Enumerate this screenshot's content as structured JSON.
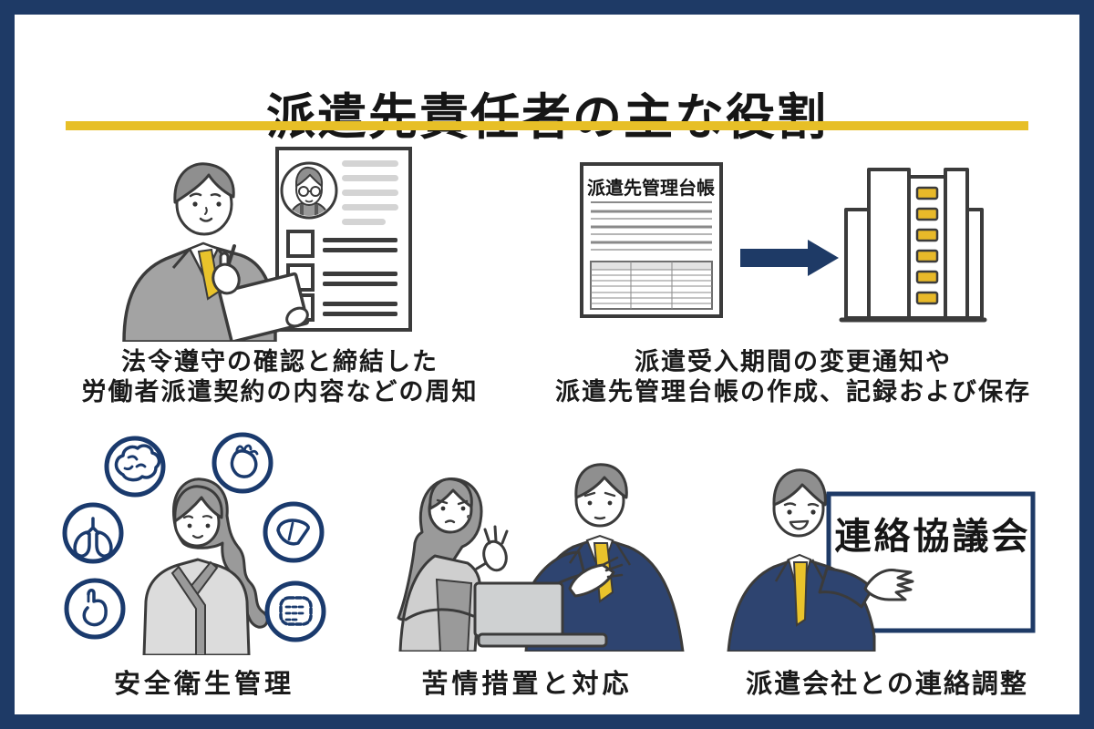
{
  "title": "派遣先責任者の主な役割",
  "colors": {
    "frame_navy": "#1e3a66",
    "accent_yellow": "#e7bf27",
    "icon_navy": "#1a3a6d",
    "suit_navy": "#2e4470",
    "window_yellow": "#e8b929",
    "tie_yellow": "#e9c32b"
  },
  "roles": [
    {
      "caption": "法令遵守の確認と締結した\n労働者派遣契約の内容などの周知",
      "illustration": "man-reviewing-contract-document"
    },
    {
      "caption": "派遣受入期間の変更通知や\n派遣先管理台帳の作成、記録および保存",
      "document_title": "派遣先管理台帳",
      "illustration": "ledger-document-arrow-company-building"
    },
    {
      "caption": "安全衛生管理",
      "organ_icons": [
        "brain",
        "heart",
        "lungs",
        "liver",
        "stomach",
        "intestines"
      ],
      "illustration": "woman-with-health-organ-icons"
    },
    {
      "caption": "苦情措置と対応",
      "illustration": "worker-complaint-consultation"
    },
    {
      "caption": "派遣会社との連絡調整",
      "sign_text": "連絡協議会",
      "illustration": "man-presenting-liaison-council-sign"
    }
  ]
}
